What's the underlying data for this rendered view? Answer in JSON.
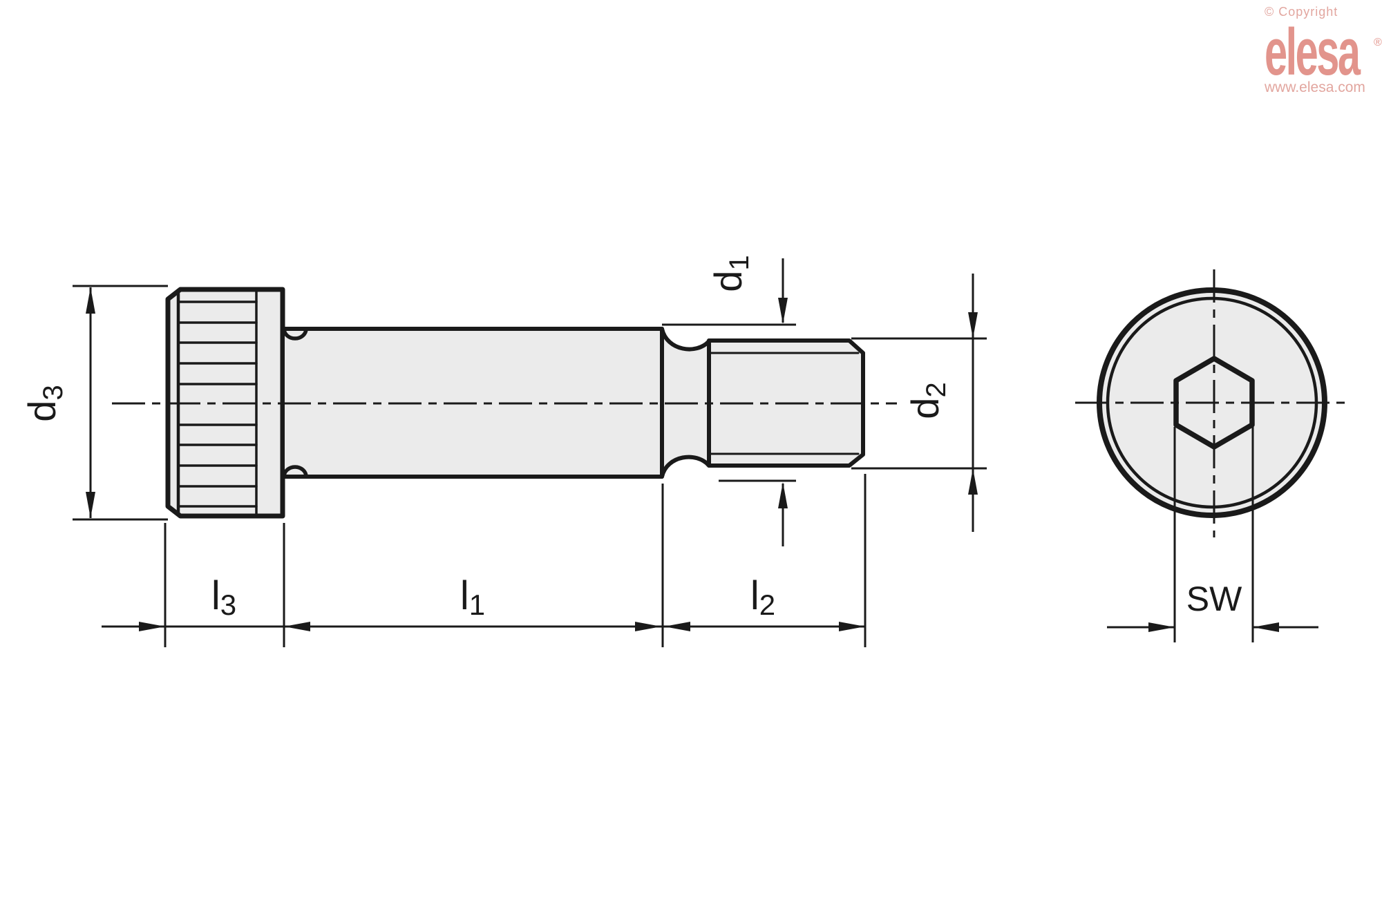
{
  "branding": {
    "copyright": "© Copyright",
    "logo": "elesa",
    "registered": "®",
    "website": "www.elesa.com",
    "logo_color": "#E2948C",
    "text_color": "#E2A69F"
  },
  "drawing": {
    "type": "technical-dimension-drawing",
    "subject": "socket head shoulder screw, side view and end view",
    "line_color": "#1A1A1A",
    "fill_color": "#EBEBEB",
    "background": "#FFFFFF",
    "labels": {
      "d1": {
        "main": "d",
        "sub": "1"
      },
      "d2": {
        "main": "d",
        "sub": "2"
      },
      "d3": {
        "main": "d",
        "sub": "3"
      },
      "l1": {
        "main": "l",
        "sub": "1"
      },
      "l2": {
        "main": "l",
        "sub": "2"
      },
      "l3": {
        "main": "l",
        "sub": "3"
      },
      "sw": {
        "main": "SW"
      }
    }
  }
}
